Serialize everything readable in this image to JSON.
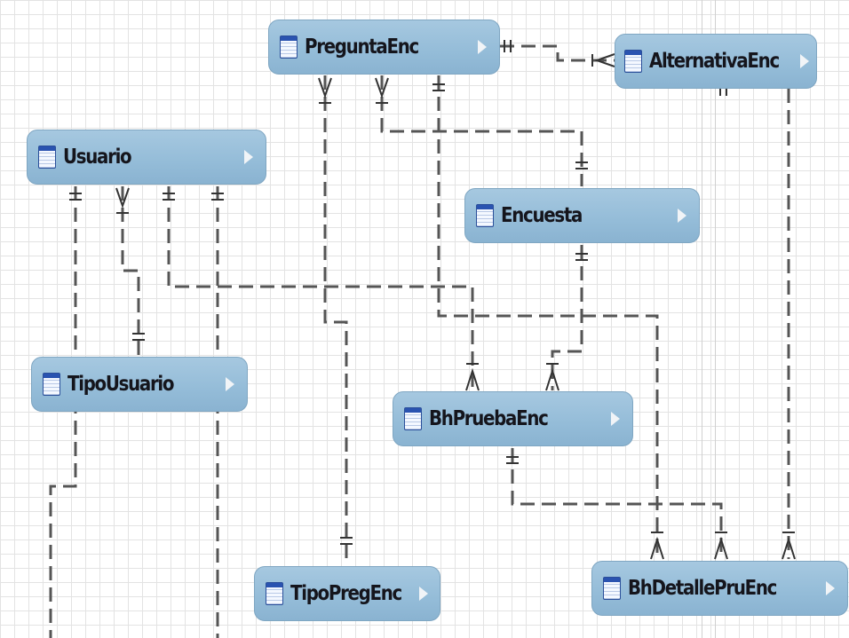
{
  "diagram": {
    "entities": [
      {
        "id": "pregunta",
        "name": "PreguntaEnc",
        "icon": "table-icon"
      },
      {
        "id": "alternativa",
        "name": "AlternativaEnc",
        "icon": "table-icon"
      },
      {
        "id": "usuario",
        "name": "Usuario",
        "icon": "table-icon"
      },
      {
        "id": "encuesta",
        "name": "Encuesta",
        "icon": "table-icon"
      },
      {
        "id": "tipousuario",
        "name": "TipoUsuario",
        "icon": "table-icon"
      },
      {
        "id": "bhprueba",
        "name": "BhPruebaEnc",
        "icon": "table-icon"
      },
      {
        "id": "tipopreg",
        "name": "TipoPregEnc",
        "icon": "table-icon"
      },
      {
        "id": "bhdetalle",
        "name": "BhDetallePruEnc",
        "icon": "table-icon"
      }
    ],
    "colors": {
      "entity_fill": "#94bcd8",
      "line": "#555555",
      "grid": "#e3e3e3"
    }
  }
}
